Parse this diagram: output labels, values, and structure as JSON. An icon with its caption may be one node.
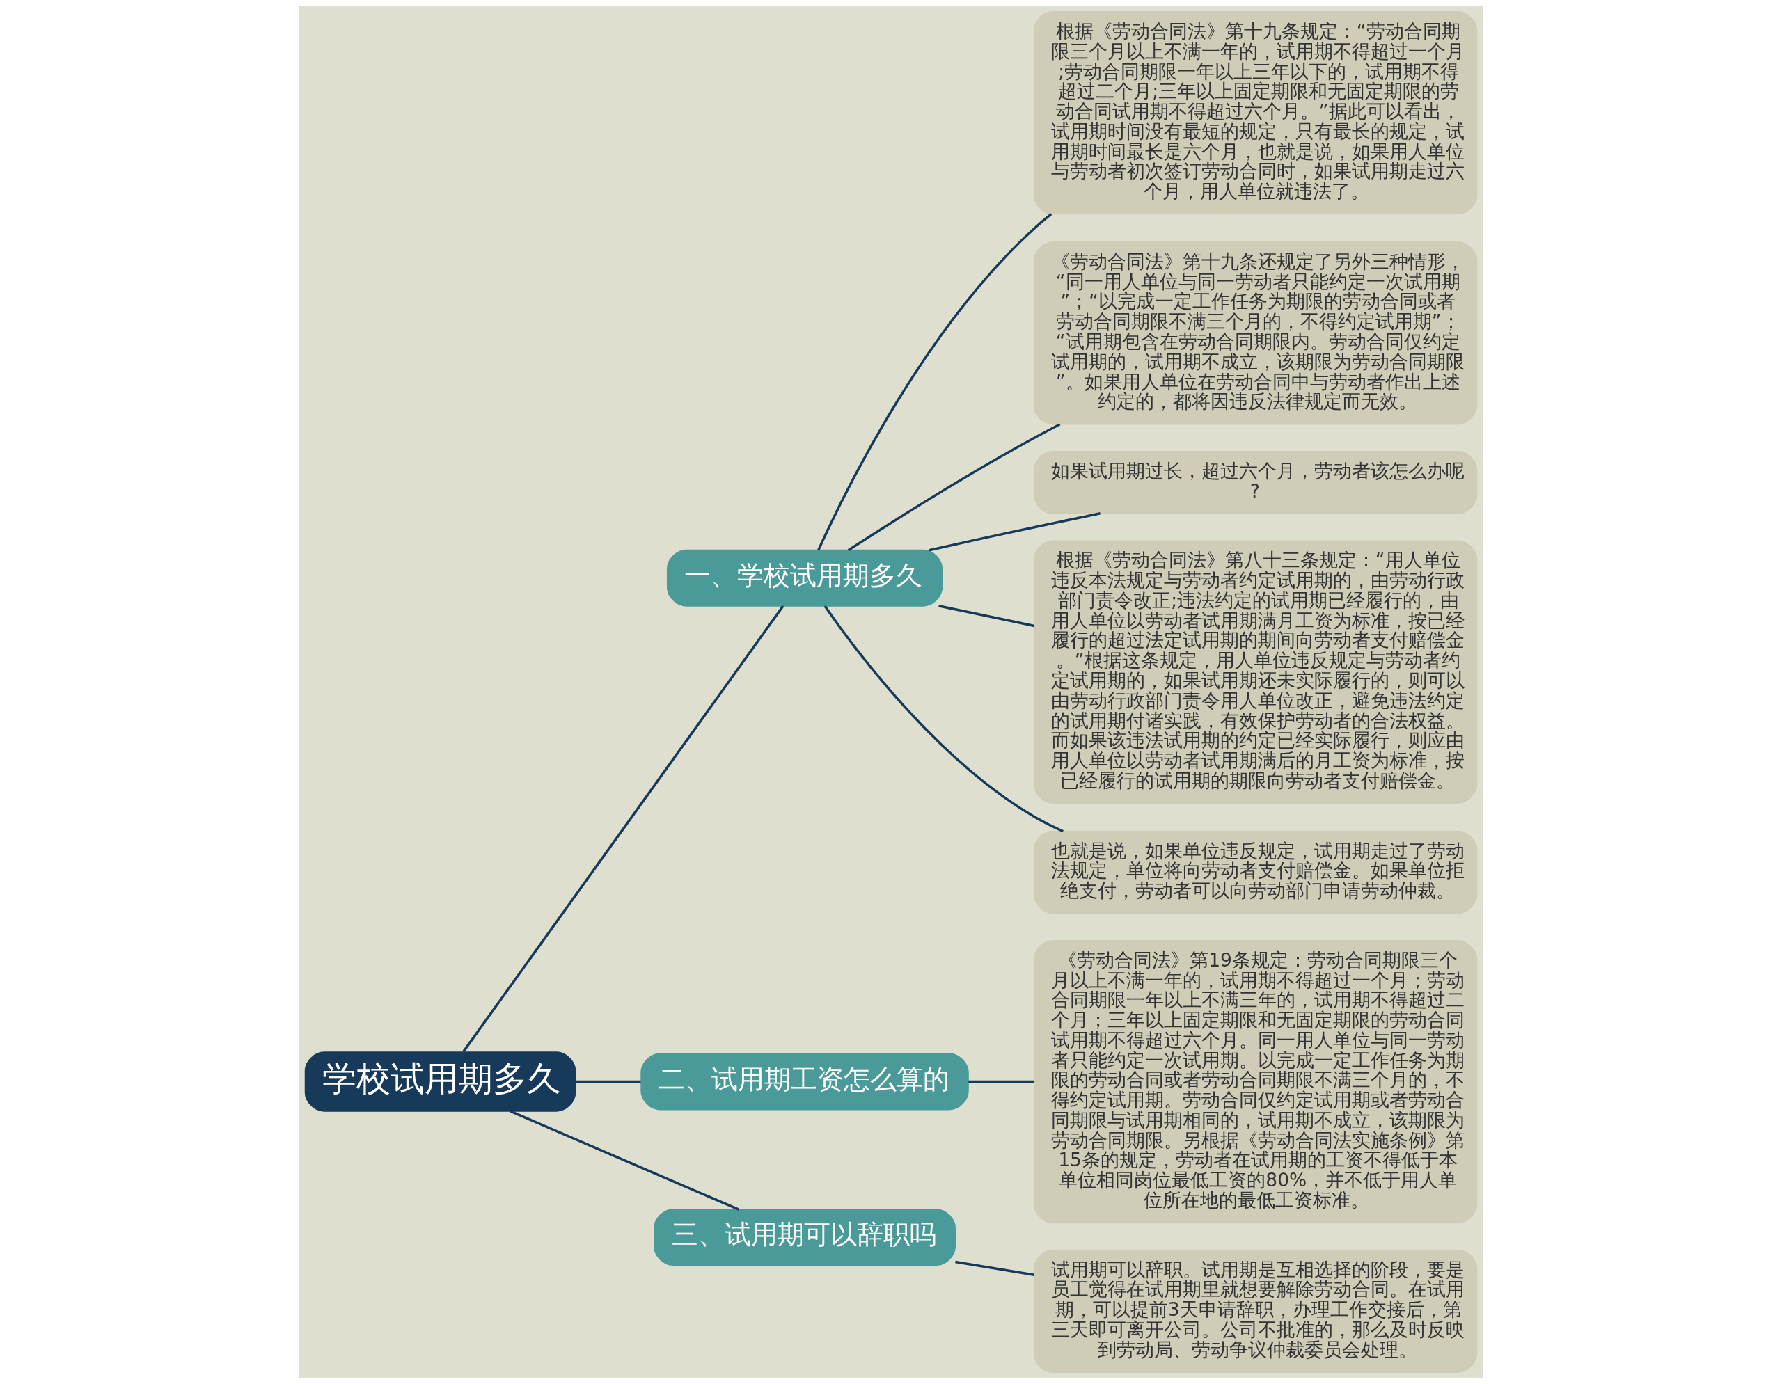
{
  "diagram": {
    "nodes": [
      {
        "text": [
          "学校试用期多久"
        ]
      },
      {
        "text": [
          "一、学校试用期多久"
        ]
      },
      {
        "text": [
          "根据《劳动合同法》第十九条规定：“劳动合同期限三个月以上不满一年的，试用期不得超过一个月;劳动合同期限一年以上三年以下的，试用期不得超过二个月;三年以上固定期限和无固定期限的劳动合同试用期不得超过六个月。”据此可以看出，试用期时间没有最短的规定，只有最长的规定，试用期时间最长是六个月，也就是说，如果用人单位与劳动者初次签订劳动合同时，如果试用期走过六个月，用人单位就违法了。"
        ]
      },
      {
        "text": [
          "《劳动合同法》第十九条还规定了另外三种情形，“同一用人单位与同一劳动者只能约定一次试用期”；“以完成一定工作任务为期限的劳动合同或者劳动合同期限不满三个月的，不得约定试用期”；“试用期包含在劳动合同期限内。劳动合同仅约定试用期的，试用期不成立，该期限为劳动合同期限”。如果用人单位在劳动合同中与劳动者作出上述约定的，都将因违反法律规定而无效。"
        ]
      },
      {
        "text": [
          "如果试用期过长，超过六个月，劳动者该怎么办呢?"
        ]
      },
      {
        "text": [
          "根据《劳动合同法》第八十三条规定：“用人单位违反本法规定与劳动者约定试用期的，由劳动行政部门责令改正;违法约定的试用期已经履行的，由用人单位以劳动者试用期满月工资为标准，按已经履行的超过法定试用期的期间向劳动者支付赔偿金。”根据这条规定，用人单位违反规定与劳动者约定试用期的，如果试用期还未实际履行的，则可以由劳动行政部门责令用人单位改正，避免违法约定的试用期付诸实践，有效保护劳动者的合法权益。而如果该违法试用期的约定已经实际履行，则应由用人单位以劳动者试用期满后的月工资为标准，按已经履行的试用期的期限向劳动者支付赔偿金。"
        ]
      },
      {
        "text": [
          "也就是说，如果单位违反规定，试用期走过了劳动法规定，单位将向劳动者支付赔偿金。如果单位拒绝支付，劳动者可以向劳动部门申请劳动仲裁。"
        ]
      },
      {
        "text": [
          "二、试用期工资怎么算的"
        ]
      },
      {
        "text": [
          "《劳动合同法》第19条规定：劳动合同期限三个月以上不满一年的，试用期不得超过一个月；劳动合同期限一年以上不满三年的，试用期不得超过二个月；三年以上固定期限和无固定期限的劳动合同试用期不得超过六个月。同一用人单位与同一劳动者只能约定一次试用期。以完成一定工作任务为期限的劳动合同或者劳动合同期限不满三个月的，不得约定试用期。劳动合同仅约定试用期或者劳动合同期限与试用期相同的，试用期不成立，该期限为劳动合同期限。另根据《劳动合同法实施条例》第15条的规定，劳动者在试用期的工资不得低于本单位相同岗位最低工资的80%，并不低于用人单位所在地的最低工资标准。"
        ]
      },
      {
        "text": [
          "三、试用期可以辞职吗"
        ]
      },
      {
        "text": [
          "试用期可以辞职。试用期是互相选择的阶段，要是员工觉得在试用期里就想要解除劳动合同。在试用期，可以提前3天申请辞职，办理工作交接后，第三天即可离开公司。公司不批准的，那么及时反映到劳动局、劳动争议仲裁委员会处理。"
        ]
      }
    ],
    "edges": [
      {
        "from": 0,
        "to": 1,
        "arrow": "none"
      },
      {
        "from": 1,
        "to": 2,
        "arrow": "none"
      },
      {
        "from": 1,
        "to": 3,
        "arrow": "none"
      },
      {
        "from": 1,
        "to": 4,
        "arrow": "none"
      },
      {
        "from": 1,
        "to": 5,
        "arrow": "none"
      },
      {
        "from": 1,
        "to": 6,
        "arrow": "none"
      },
      {
        "from": 0,
        "to": 7,
        "arrow": "none"
      },
      {
        "from": 7,
        "to": 8,
        "arrow": "none"
      },
      {
        "from": 0,
        "to": 9,
        "arrow": "none"
      },
      {
        "from": 9,
        "to": 10,
        "arrow": "none"
      }
    ]
  }
}
